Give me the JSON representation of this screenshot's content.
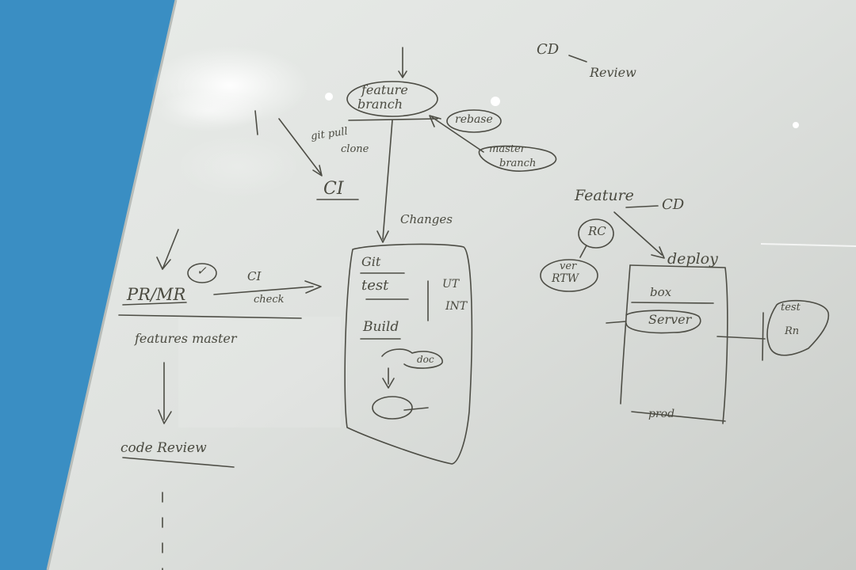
{
  "whiteboard": {
    "top": {
      "cd": "CD",
      "review": "Review",
      "feature_branch_line1": "feature",
      "feature_branch_line2": "branch",
      "rebase": "rebase",
      "git_pull": "git pull",
      "clone": "clone",
      "master_branch_line1": "master",
      "master_branch_line2": "branch"
    },
    "middle": {
      "ci": "CI",
      "changes": "Changes",
      "feature": "Feature",
      "cd2": "CD",
      "rc": "RC",
      "ver": "ver",
      "rtw": "RTW",
      "deploy": "deploy"
    },
    "left": {
      "pr_mr": "PR/MR",
      "check_mark": "✓",
      "ci_check_line1": "CI",
      "ci_check_line2": "check",
      "features_master": "features master",
      "code_review": "code Review"
    },
    "center_box": {
      "git": "Git",
      "test": "test",
      "ut": "UT",
      "int": "INT",
      "build": "Build",
      "doc": "doc"
    },
    "right_box": {
      "box": "box",
      "server": "Server",
      "prod": "prod",
      "test_line1": "test",
      "test_line2": "Rn"
    }
  }
}
